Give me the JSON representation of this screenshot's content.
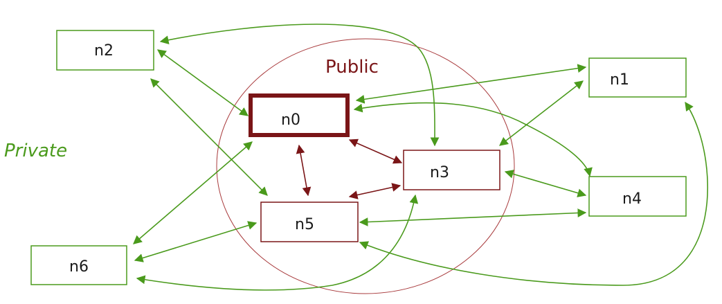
{
  "regions": {
    "public": {
      "label": "Public"
    },
    "private": {
      "label": "Private"
    }
  },
  "colors": {
    "private": "#4a9a1c",
    "public": "#7a1517",
    "background": "#ffffff"
  },
  "nodes": {
    "n0": {
      "label": "n0",
      "region": "public",
      "emphasized": true
    },
    "n1": {
      "label": "n1",
      "region": "private"
    },
    "n2": {
      "label": "n2",
      "region": "private"
    },
    "n3": {
      "label": "n3",
      "region": "public"
    },
    "n4": {
      "label": "n4",
      "region": "private"
    },
    "n5": {
      "label": "n5",
      "region": "public"
    },
    "n6": {
      "label": "n6",
      "region": "private"
    }
  },
  "edges": [
    {
      "from": "n2",
      "to": "n0",
      "style": "private"
    },
    {
      "from": "n2",
      "to": "n5",
      "style": "private"
    },
    {
      "from": "n2",
      "to": "n3",
      "style": "private"
    },
    {
      "from": "n0",
      "to": "n1",
      "style": "private"
    },
    {
      "from": "n0",
      "to": "n4",
      "style": "private"
    },
    {
      "from": "n0",
      "to": "n6",
      "style": "private"
    },
    {
      "from": "n1",
      "to": "n3",
      "style": "private"
    },
    {
      "from": "n1",
      "to": "n5",
      "style": "private"
    },
    {
      "from": "n3",
      "to": "n4",
      "style": "private"
    },
    {
      "from": "n3",
      "to": "n6",
      "style": "private"
    },
    {
      "from": "n5",
      "to": "n4",
      "style": "private"
    },
    {
      "from": "n5",
      "to": "n6",
      "style": "private"
    },
    {
      "from": "n0",
      "to": "n3",
      "style": "public"
    },
    {
      "from": "n0",
      "to": "n5",
      "style": "public"
    },
    {
      "from": "n5",
      "to": "n3",
      "style": "public"
    }
  ]
}
